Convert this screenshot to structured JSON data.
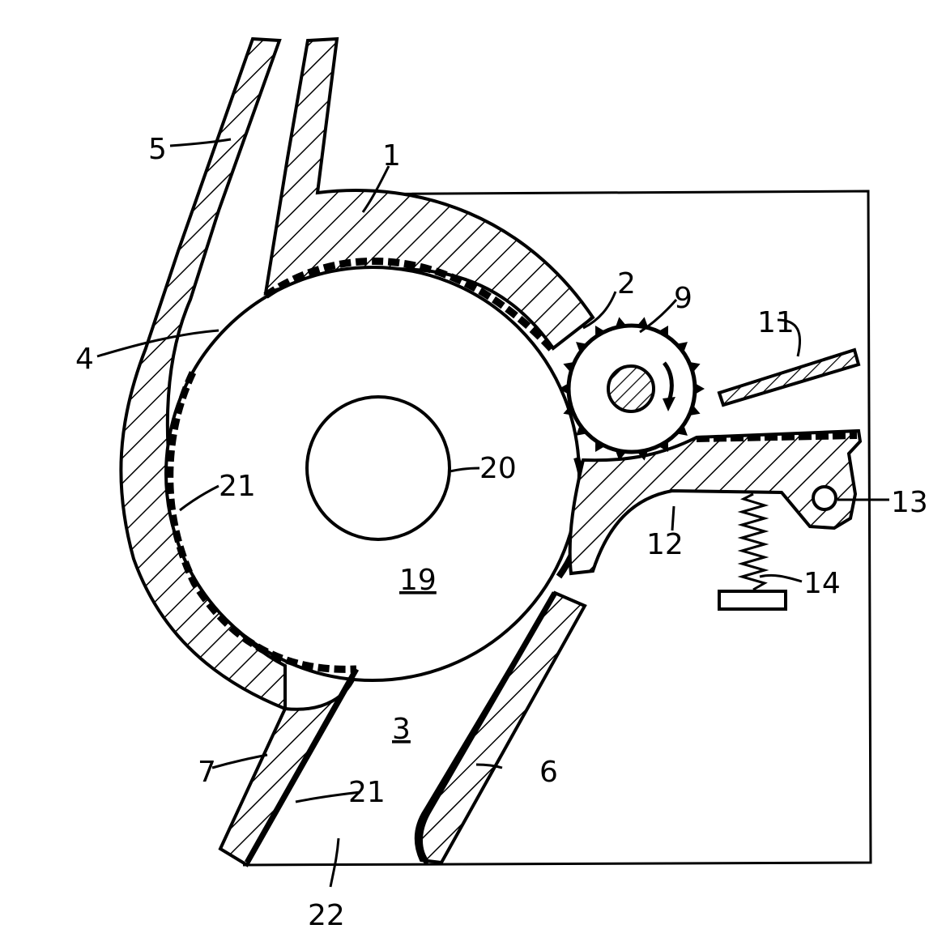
{
  "labels": {
    "l1": "1",
    "l2": "2",
    "l3": "3",
    "l4": "4",
    "l5": "5",
    "l6": "6",
    "l7": "7",
    "l9": "9",
    "l11": "11",
    "l12": "12",
    "l13": "13",
    "l14": "14",
    "l19": "19",
    "l20": "20",
    "l21a": "21",
    "l21b": "21",
    "l22": "22"
  },
  "colors": {
    "ink": "#000000",
    "paper": "#ffffff"
  }
}
